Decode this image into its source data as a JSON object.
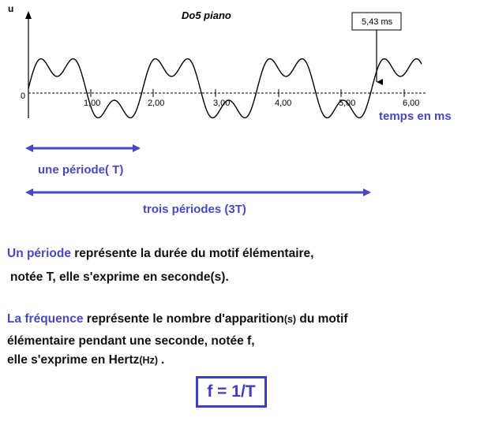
{
  "figure": {
    "title": "Do5 piano",
    "y_axis_label": "u",
    "origin_label": "0",
    "x_tick_labels": [
      "1,00",
      "2,00",
      "3,00",
      "4,00",
      "5,00",
      "6,00"
    ],
    "marker_label": "5,43 ms",
    "x_axis_label": "temps en ms",
    "one_period_label": "une période( T)",
    "three_periods_label": "trois périodes (3T)",
    "accent_color": "#4848c0"
  },
  "text": {
    "p1_term": "Un période",
    "p1_rest": " représente la durée du motif élémentaire,",
    "p1_line2": "notée T, elle s'exprime en seconde(s).",
    "p2_term": "La fréquence",
    "p2_rest": " représente le nombre d'apparition",
    "p2_small": "(s)",
    "p2_rest2": " du motif",
    "p2_line2": "élémentaire pendant une seconde,  notée f,",
    "p3_line": "elle s'exprime en Hertz",
    "p3_small": "(Hz)",
    "p3_dot": "."
  },
  "formula": "f = 1/T"
}
